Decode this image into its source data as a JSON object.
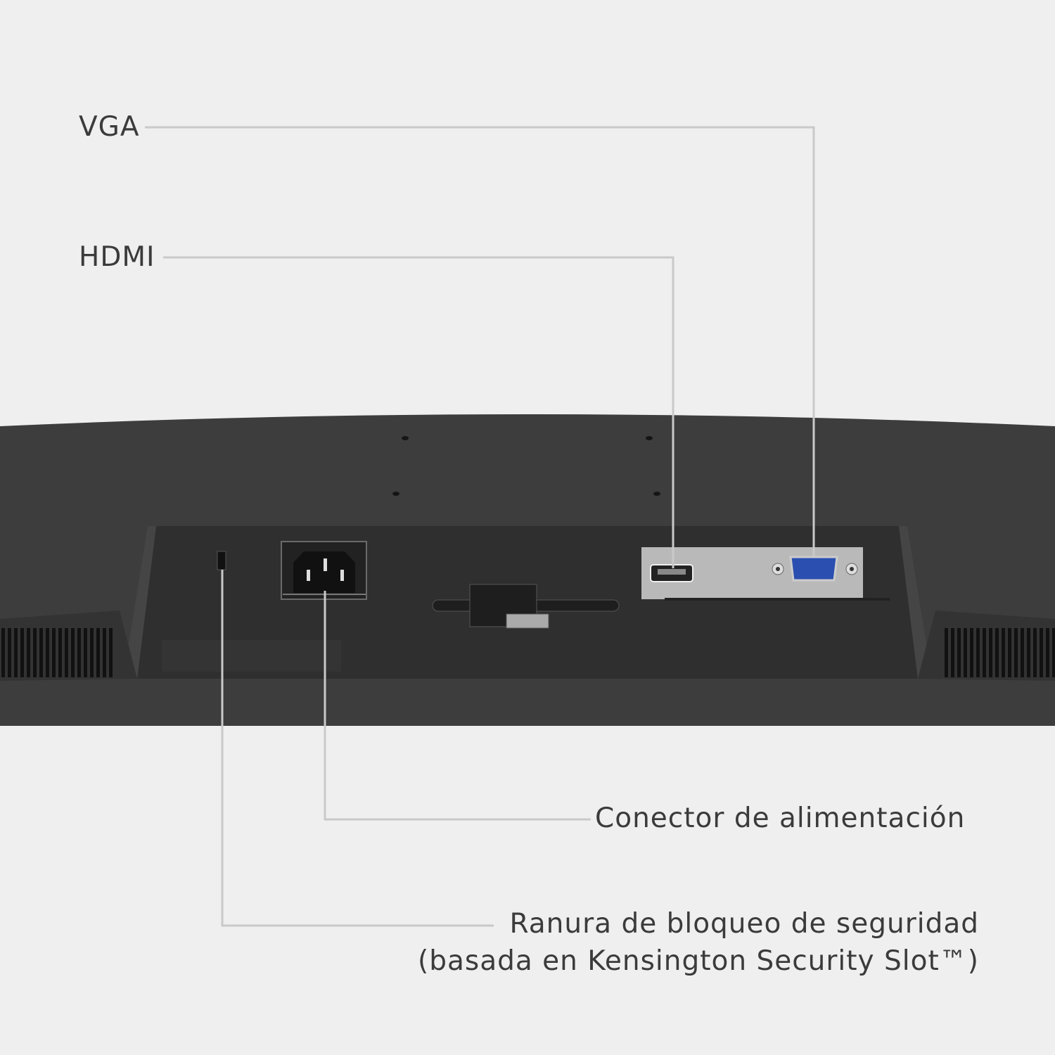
{
  "labels": {
    "vga": "VGA",
    "hdmi": "HDMI",
    "power": "Conector de alimentación",
    "security_line1": "Ranura de bloqueo de seguridad",
    "security_line2": "(basada en Kensington Security Slot™)"
  },
  "colors": {
    "background": "#efefef",
    "monitor_body": "#3d3d3d",
    "recess": "#2e2e2e",
    "callout_line": "#c9c9c9",
    "vga_port": "#2b4fb0",
    "text": "#3b3b3b"
  }
}
